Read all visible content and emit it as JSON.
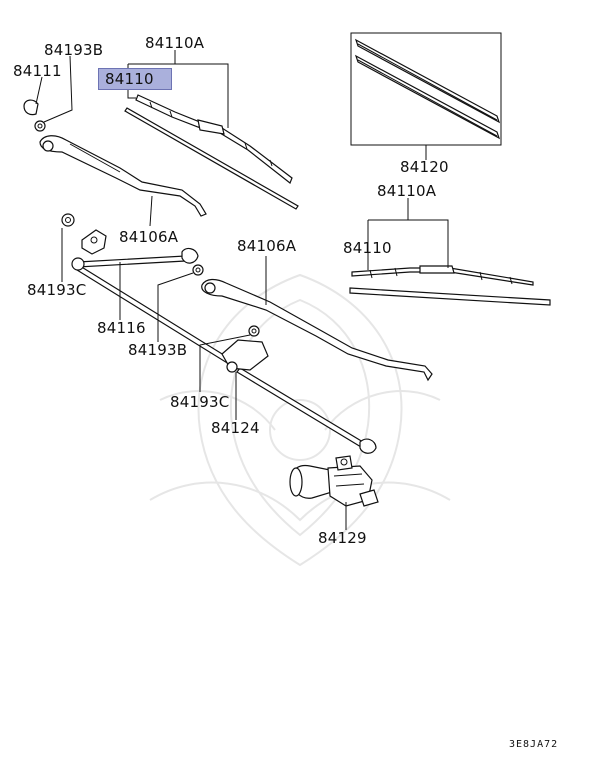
{
  "highlight_color": "#aab0dc",
  "labels": {
    "p84193b_top": "84193B",
    "p84111": "84111",
    "p84110_highlighted": "84110",
    "p84110a_top": "84110A",
    "p84120": "84120",
    "p84110a_right": "84110A",
    "p84110_right": "84110",
    "p84106a_left": "84106A",
    "p84106a_right": "84106A",
    "p84193c_left": "84193C",
    "p84116": "84116",
    "p84193b_mid": "84193B",
    "p84193c_bottom": "84193C",
    "p84124": "84124",
    "p84129": "84129"
  },
  "diagram_code": "3E8JA72"
}
